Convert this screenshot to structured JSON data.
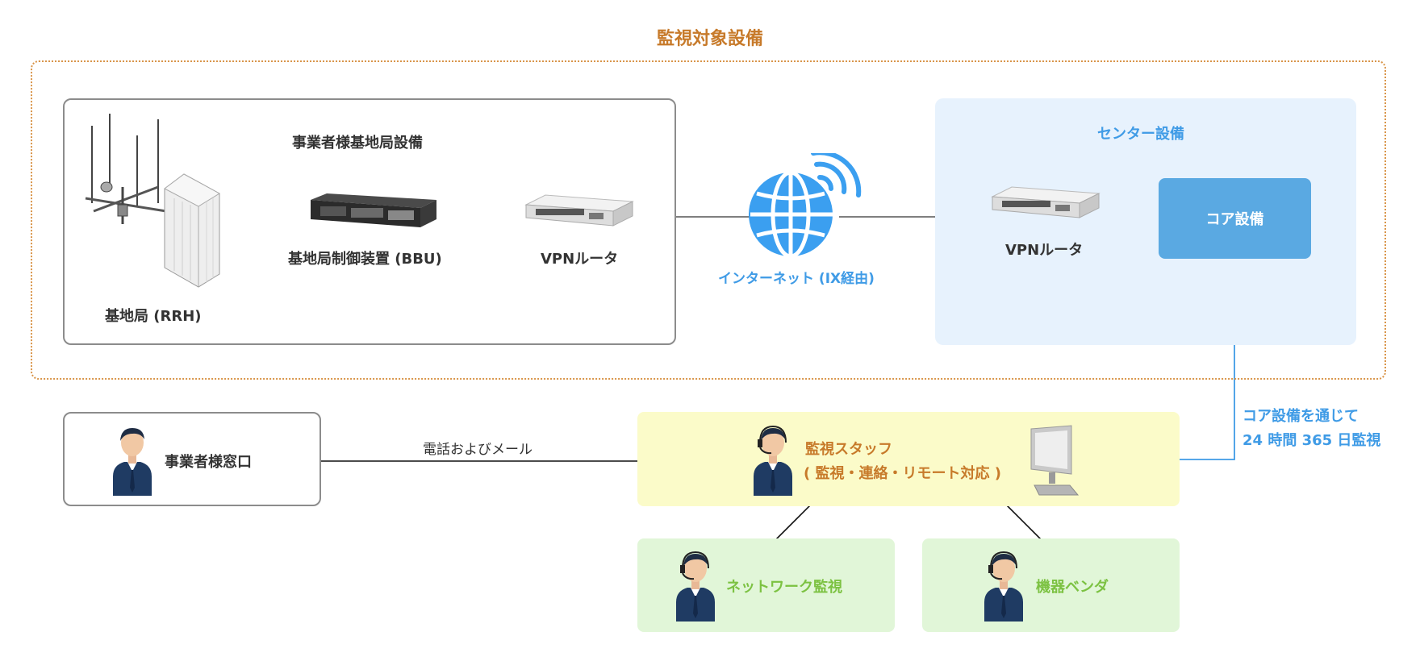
{
  "title": "監視対象設備",
  "operator_equipment": {
    "title": "事業者様基地局設備",
    "rrh_label": "基地局 (RRH)",
    "bbu_label": "基地局制御装置 (BBU)",
    "vpn_router_label": "VPNルータ"
  },
  "internet": {
    "label": "インターネット (IX経由)"
  },
  "center_equipment": {
    "title": "センター設備",
    "vpn_router_label": "VPNルータ",
    "core_label": "コア設備"
  },
  "monitoring_note": {
    "line1": "コア設備を通じて",
    "line2": "24 時間 365 日監視"
  },
  "operator_window": {
    "label": "事業者様窓口"
  },
  "contact_label": "電話およびメール",
  "monitoring_staff": {
    "line1": "監視スタッフ",
    "line2": "( 監視・連絡・リモート対応 )"
  },
  "network_monitoring": {
    "label": "ネットワーク監視"
  },
  "equipment_vendor": {
    "label": "機器ベンダ"
  },
  "colors": {
    "accent_orange": "#c77a2a",
    "accent_blue": "#3f9be6",
    "core_blue": "#5aa9e2",
    "center_bg": "#e7f2fd",
    "staff_bg": "#fbfbc9",
    "support_bg": "#e1f6d8",
    "support_text": "#7cc242"
  }
}
